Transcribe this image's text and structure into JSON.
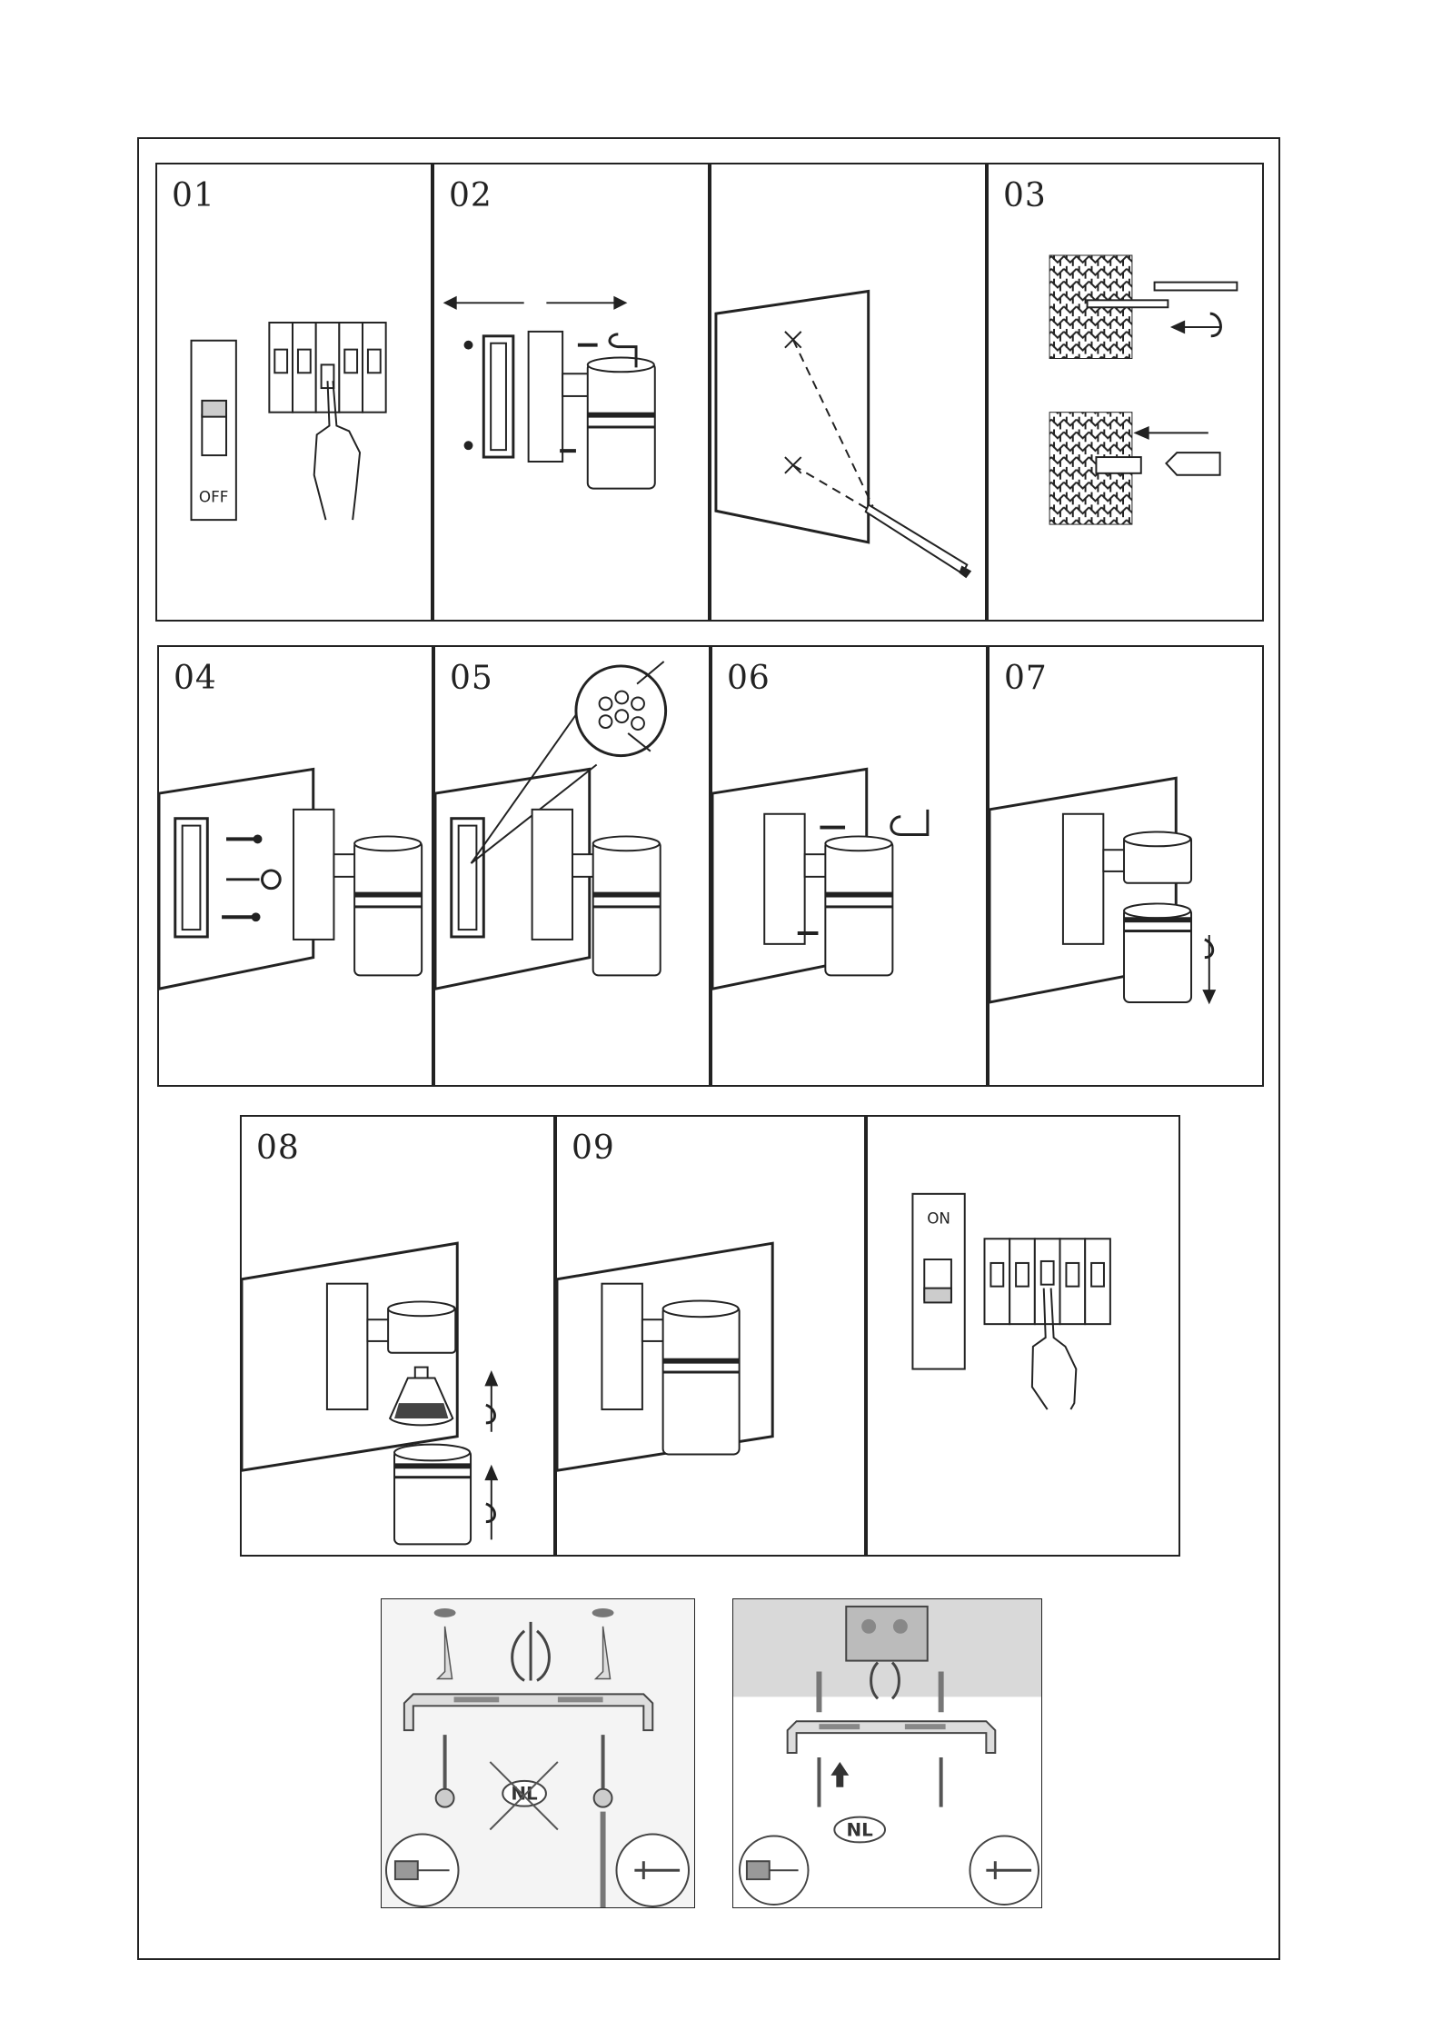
{
  "steps": [
    {
      "id": "s1",
      "number": "01",
      "switch_label": "OFF"
    },
    {
      "id": "s2",
      "number": "02"
    },
    {
      "id": "s2b",
      "number": ""
    },
    {
      "id": "s3",
      "number": "03"
    },
    {
      "id": "s4",
      "number": "04"
    },
    {
      "id": "s5",
      "number": "05"
    },
    {
      "id": "s6",
      "number": "06"
    },
    {
      "id": "s7",
      "number": "07"
    },
    {
      "id": "s8",
      "number": "08"
    },
    {
      "id": "s9",
      "number": "09"
    },
    {
      "id": "s10",
      "number": "",
      "switch_label": "ON"
    }
  ],
  "bottom": {
    "left_badge": "NL",
    "right_badge": "NL"
  },
  "colors": {
    "line": "#222222",
    "wall": "#ffffff",
    "shade": "#555555",
    "photo_bg": "#e6e6e6"
  }
}
